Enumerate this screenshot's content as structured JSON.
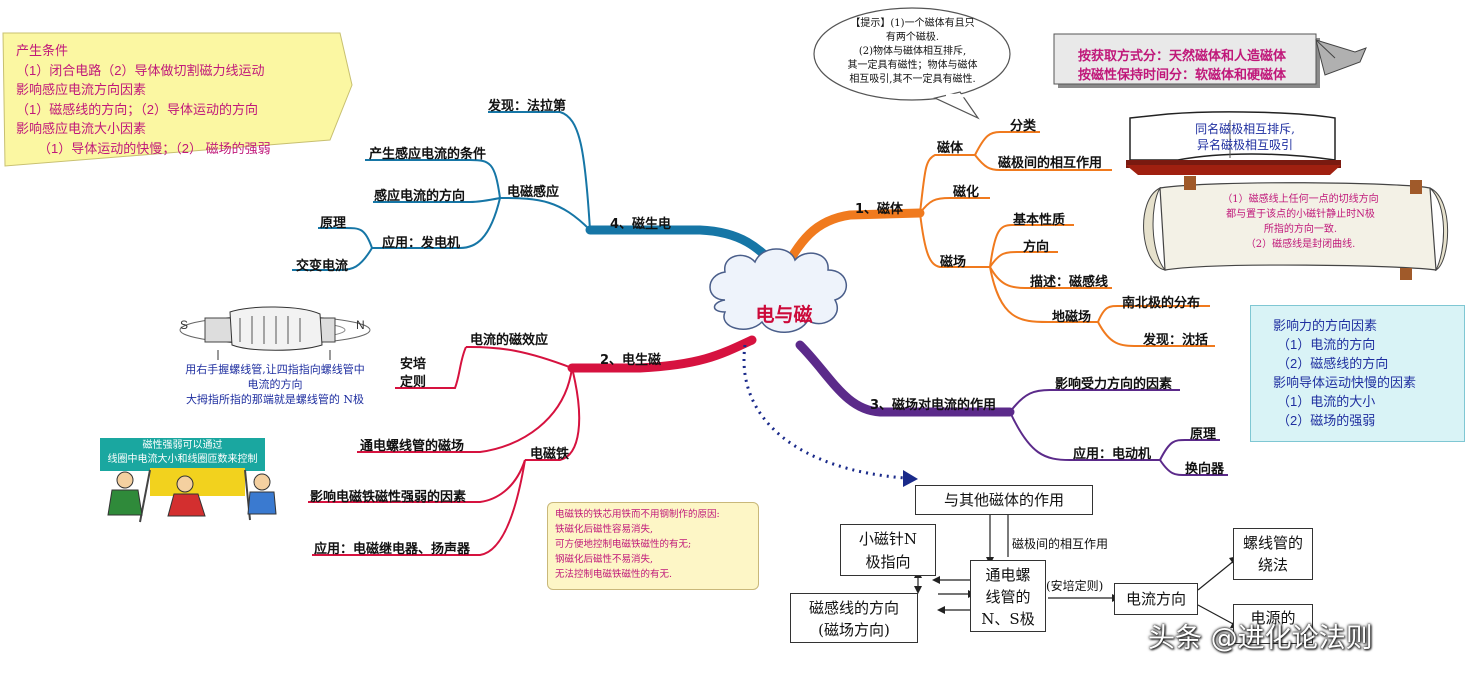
{
  "center": "电与磁",
  "branches": {
    "b1": "1、磁体",
    "b2": "2、电生磁",
    "b3": "3、磁场对电流的作用",
    "b4": "4、磁生电"
  },
  "b1_nodes": {
    "citi": "磁体",
    "fenlei": "分类",
    "xianghu": "磁极间的相互作用",
    "cihua": "磁化",
    "jibenxingzhi": "基本性质",
    "fangxiang": "方向",
    "cichang": "磁场",
    "miaoshu": "描述：磁感线",
    "nanbeiji": "南北极的分布",
    "dicichang": "地磁场",
    "faxian": "发现：沈括"
  },
  "b3_nodes": {
    "yingxiang": "影响受力方向的因素",
    "yingyong": "应用：电动机",
    "yuanli": "原理",
    "huanxiangqi": "换向器"
  },
  "b4_nodes": {
    "faxian": "发现：法拉第",
    "tiaojian": "产生感应电流的条件",
    "fangxiang": "感应电流的方向",
    "diancigan": "电磁感应",
    "yuanli": "原理",
    "yingyong": "应用：发电机",
    "jiaobian": "交变电流"
  },
  "b2_nodes": {
    "cixiaoying": "电流的磁效应",
    "anpei": [
      "安培",
      "定则"
    ],
    "luoxian": "通电螺线管的磁场",
    "diancitie": "电磁铁",
    "qiangruo": "影响电磁铁磁性强弱的因素",
    "yingyong": "应用：电磁继电器、扬声器"
  },
  "notes": {
    "speech": [
      "【提示】(1)一个磁体有且只",
      "有两个磁极.",
      "(2)物体与磁体相互排斥,",
      "其一定具有磁性；物体与磁体",
      "相互吸引,其不一定具有磁性."
    ],
    "classify": [
      "按获取方式分：天然磁体和人造磁体",
      "按磁性保持时间分：软磁体和硬磁体"
    ],
    "book": [
      "同名磁极相互排斥,",
      "异名磁极相互吸引"
    ],
    "scroll": [
      "（1）磁感线上任何一点的切线方向",
      "都与置于该点的小磁针静止时N极",
      "所指的方向一致.",
      "（2）磁感线是封闭曲线."
    ],
    "force": [
      "影响力的方向因素",
      "（1）电流的方向",
      "（2）磁感线的方向",
      "影响导体运动快慢的因素",
      "（1）电流的大小",
      "（2）磁场的强弱"
    ],
    "yellow": [
      "产生条件",
      "（1）闭合电路（2）导体做切割磁力线运动",
      "影响感应电流方向因素",
      "（1）磁感线的方向；（2）导体运动的方向",
      "影响感应电流大小因素",
      "（1）导体运动的快慢；（2） 磁场的强弱"
    ],
    "hand": [
      "用右手握螺线管,让四指指向螺线管中",
      "电流的方向",
      "大拇指所指的那端就是螺线管的 N极"
    ],
    "people": [
      "磁性强弱可以通过",
      "线圈中电流大小和线圈匝数来控制"
    ],
    "iron": [
      "电磁铁的铁芯用铁而不用钢制作的原因:",
      "铁磁化后磁性容易消失,",
      "可方便地控制电磁铁磁性的有无;",
      "钢磁化后磁性不易消失,",
      "无法控制电磁铁磁性的有无."
    ]
  },
  "flow": {
    "other": "与其他磁体的作用",
    "needle": [
      "小磁针N",
      "极指向"
    ],
    "solenoid": [
      "通电螺",
      "线管的",
      "N、S极"
    ],
    "lines": [
      "磁感线的方向",
      "(磁场方向)"
    ],
    "interaction": "磁极间的相互作用",
    "ampere": "(安培定则)",
    "current": "电流方向",
    "winding": [
      "螺线管的",
      "绕法"
    ],
    "power": [
      "电源的"
    ]
  },
  "magnet_letters": [
    "S",
    "N"
  ],
  "watermark": "头条 @进化论法则",
  "colors": {
    "b1": "#f07a1e",
    "b2": "#d6123f",
    "b3": "#5b2a8a",
    "b4": "#1676a6",
    "center_text": "#cc0a3a",
    "note_magenta": "#c0187a"
  }
}
